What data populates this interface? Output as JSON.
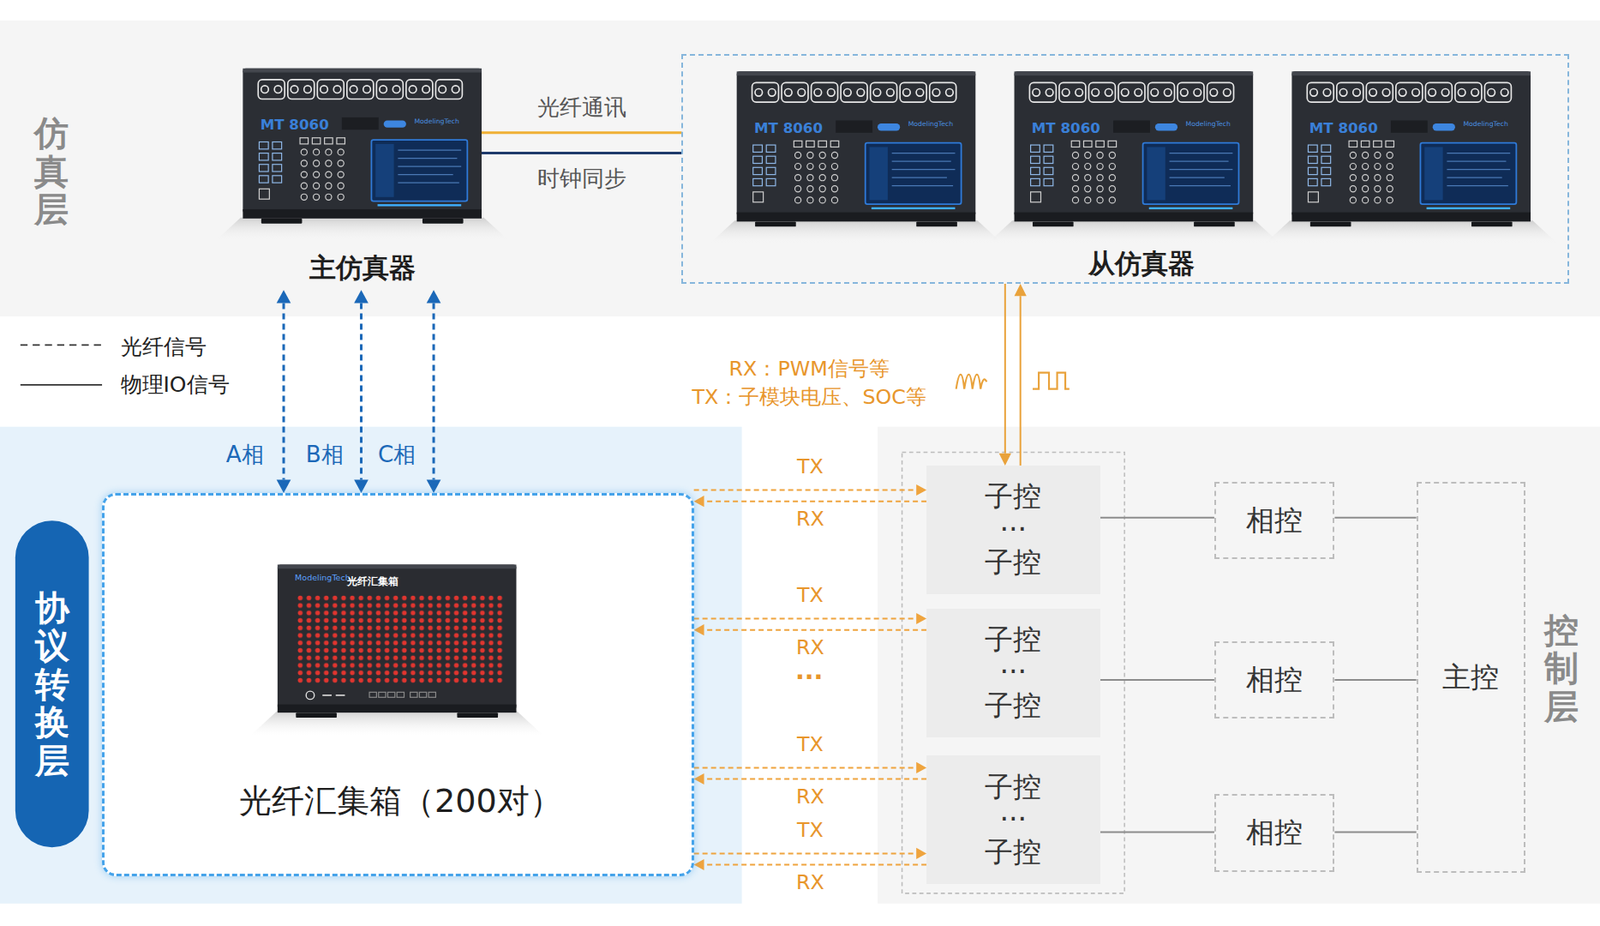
{
  "diagram": {
    "nodes": [
      {
        "text": [
          "仿真层"
        ]
      },
      {
        "text": [
          "主仿真器"
        ],
        "in": 0
      },
      {
        "text": [
          "从仿真器"
        ],
        "in": 0
      },
      {
        "text": [
          "协议转换层"
        ]
      },
      {
        "text": [
          "光纤汇集箱（200对）"
        ],
        "in": 3
      },
      {
        "text": [
          "控制层"
        ]
      },
      {
        "text": [
          "子控",
          "···",
          "子控"
        ],
        "in": 5
      },
      {
        "text": [
          "子控",
          "···",
          "子控"
        ],
        "in": 5
      },
      {
        "text": [
          "子控",
          "···",
          "子控"
        ],
        "in": 5
      },
      {
        "text": [
          "相控"
        ],
        "in": 5
      },
      {
        "text": [
          "相控"
        ],
        "in": 5
      },
      {
        "text": [
          "相控"
        ],
        "in": 5
      },
      {
        "text": [
          "主控"
        ],
        "in": 5
      }
    ],
    "edges": [
      {
        "from": 1,
        "to": 2,
        "arrow": "none",
        "label": "光纤通讯"
      },
      {
        "from": 1,
        "to": 2,
        "arrow": "none",
        "label": "时钟同步"
      },
      {
        "from": 1,
        "to": 4,
        "arrow": "both",
        "label": "A相"
      },
      {
        "from": 1,
        "to": 4,
        "arrow": "both",
        "label": "B相"
      },
      {
        "from": 1,
        "to": 4,
        "arrow": "both",
        "label": "C相"
      },
      {
        "from": 2,
        "to": 6,
        "arrow": "both"
      },
      {
        "from": 4,
        "to": 6,
        "arrow": "to",
        "label": "TX"
      },
      {
        "from": 6,
        "to": 4,
        "arrow": "to",
        "label": "RX"
      },
      {
        "from": 4,
        "to": 7,
        "arrow": "to",
        "label": "TX"
      },
      {
        "from": 7,
        "to": 4,
        "arrow": "to",
        "label": "RX"
      },
      {
        "from": 4,
        "to": 8,
        "arrow": "to",
        "label": "TX"
      },
      {
        "from": 8,
        "to": 4,
        "arrow": "to",
        "label": "RX"
      },
      {
        "from": 4,
        "to": 8,
        "arrow": "to",
        "label": "TX"
      },
      {
        "from": 8,
        "to": 4,
        "arrow": "to",
        "label": "RX"
      },
      {
        "from": 6,
        "to": 9,
        "arrow": "none"
      },
      {
        "from": 7,
        "to": 10,
        "arrow": "none"
      },
      {
        "from": 8,
        "to": 11,
        "arrow": "none"
      },
      {
        "from": 9,
        "to": 12,
        "arrow": "none"
      },
      {
        "from": 10,
        "to": 12,
        "arrow": "none"
      },
      {
        "from": 11,
        "to": 12,
        "arrow": "none"
      }
    ],
    "labels": [
      "RX：PWM信号等",
      "TX：子模块电压、SOC等",
      "···",
      "MT 8060",
      "MT 8060",
      "MT 8060",
      "MT 8060",
      "ModelingTech",
      "ModelingTech",
      "ModelingTech",
      "ModelingTech",
      "ModelingTech",
      "光纤汇集箱"
    ],
    "legend": [
      {
        "text": "光纤信号"
      },
      {
        "text": "物理IO信号"
      }
    ]
  }
}
